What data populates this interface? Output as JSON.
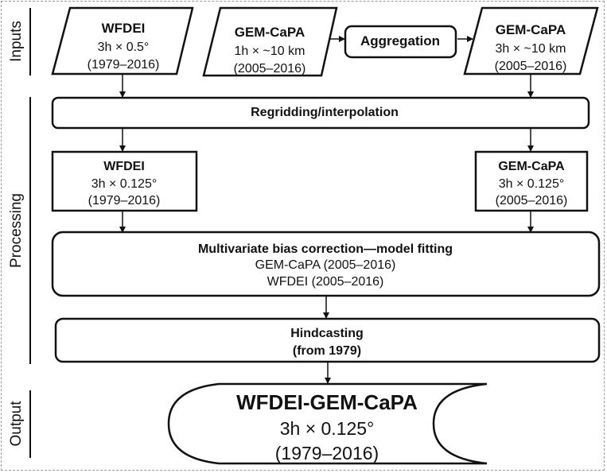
{
  "sections": {
    "inputs": "Inputs",
    "processing": "Processing",
    "output": "Output"
  },
  "inputs": {
    "wfdei": {
      "title": "WFDEI",
      "resolution": "3h × 0.5°",
      "period": "(1979–2016)"
    },
    "gem_capa_hourly": {
      "title": "GEM-CaPA",
      "resolution": "1h × ~10 km",
      "period": "(2005–2016)"
    },
    "aggregation": {
      "label": "Aggregation"
    },
    "gem_capa_3h": {
      "title": "GEM-CaPA",
      "resolution": "3h × ~10 km",
      "period": "(2005–2016)"
    }
  },
  "processing": {
    "regridding": {
      "label": "Regridding/interpolation"
    },
    "wfdei_regridded": {
      "title": "WFDEI",
      "resolution": "3h × 0.125°",
      "period": "(1979–2016)"
    },
    "gem_capa_regridded": {
      "title": "GEM-CaPA",
      "resolution": "3h × 0.125°",
      "period": "(2005–2016)"
    },
    "bias_correction": {
      "title": "Multivariate bias correction—model fitting",
      "line1": "GEM-CaPA (2005–2016)",
      "line2": "WFDEI (2005–2016)"
    },
    "hindcasting": {
      "title": "Hindcasting",
      "subtitle": "(from 1979)"
    }
  },
  "output": {
    "product": {
      "title": "WFDEI-GEM-CaPA",
      "resolution": "3h × 0.125°",
      "period": "(1979–2016)"
    }
  }
}
